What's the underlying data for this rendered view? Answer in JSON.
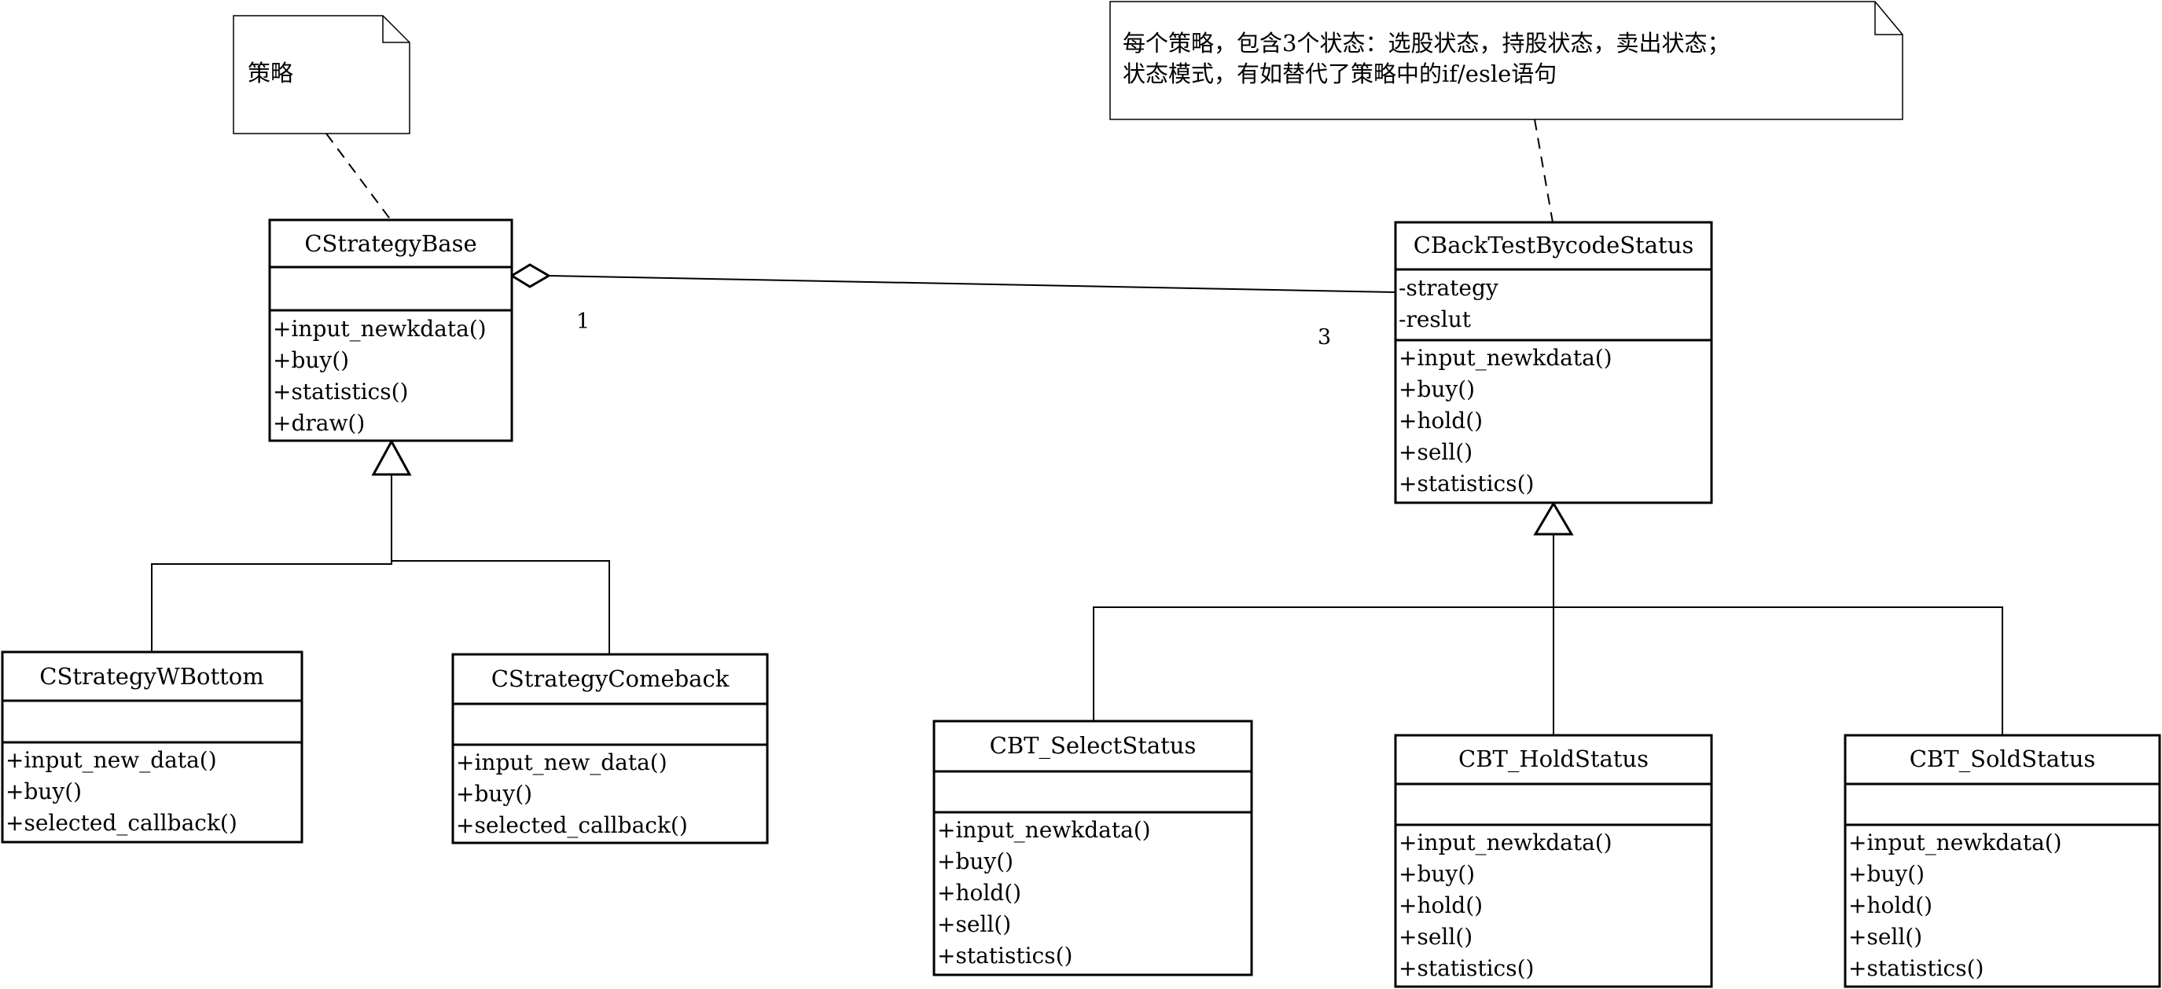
{
  "notes": {
    "strategy_note": {
      "lines": [
        "策略"
      ]
    },
    "status_note": {
      "lines": [
        "每个策略，包含3个状态：选股状态，持股状态，卖出状态；",
        "状态模式，有如替代了策略中的if/esle语句"
      ]
    }
  },
  "classes": {
    "strategy_base": {
      "name": "CStrategyBase",
      "attributes": [],
      "methods": [
        "+input_newkdata()",
        "+buy()",
        "+statistics()",
        "+draw()"
      ]
    },
    "strategy_wbottom": {
      "name": "CStrategyWBottom",
      "attributes": [],
      "methods": [
        "+input_new_data()",
        "+buy()",
        "+selected_callback()"
      ]
    },
    "strategy_comeback": {
      "name": "CStrategyComeback",
      "attributes": [],
      "methods": [
        "+input_new_data()",
        "+buy()",
        "+selected_callback()"
      ]
    },
    "backtest_status": {
      "name": "CBackTestBycodeStatus",
      "attributes": [
        "-strategy",
        "-reslut"
      ],
      "methods": [
        "+input_newkdata()",
        "+buy()",
        "+hold()",
        "+sell()",
        "+statistics()"
      ]
    },
    "select_status": {
      "name": "CBT_SelectStatus",
      "attributes": [],
      "methods": [
        "+input_newkdata()",
        "+buy()",
        "+hold()",
        "+sell()",
        "+statistics()"
      ]
    },
    "hold_status": {
      "name": "CBT_HoldStatus",
      "attributes": [],
      "methods": [
        "+input_newkdata()",
        "+buy()",
        "+hold()",
        "+sell()",
        "+statistics()"
      ]
    },
    "sold_status": {
      "name": "CBT_SoldStatus",
      "attributes": [],
      "methods": [
        "+input_newkdata()",
        "+buy()",
        "+hold()",
        "+sell()",
        "+statistics()"
      ]
    }
  },
  "relations": {
    "aggregation": {
      "mult_whole": "1",
      "mult_part": "3"
    }
  }
}
